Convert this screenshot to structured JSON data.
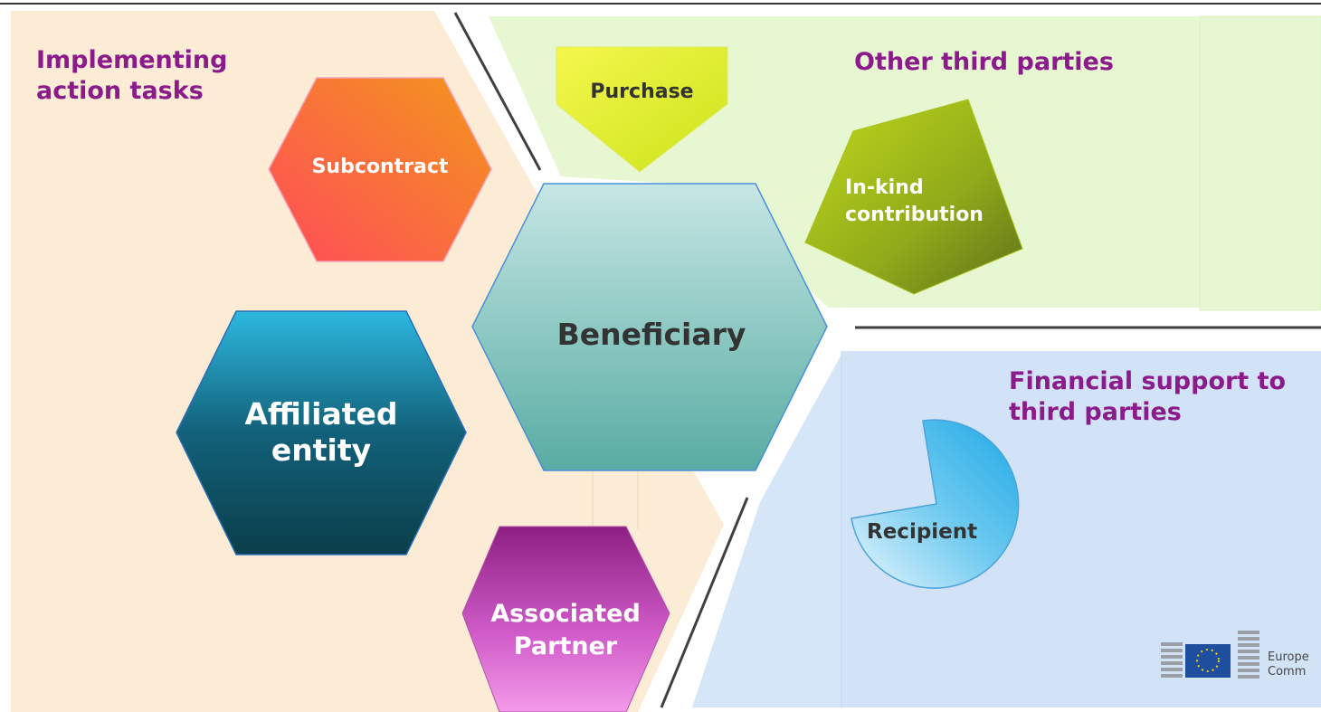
{
  "sections": {
    "implementing": "Implementing action tasks",
    "other": "Other third parties",
    "financial": "Financial support to third parties"
  },
  "shapes": {
    "beneficiary": "Beneficiary",
    "subcontract": "Subcontract",
    "affiliated": "Affiliated entity",
    "associated": "Associated Partner",
    "purchase": "Purchase",
    "inkind": "In-kind contribution",
    "recipient": "Recipient"
  },
  "logo": {
    "line1": "Europe",
    "line2": "Comm"
  },
  "colors": {
    "implementing_bg": "#FCEBD5",
    "other_bg": "#E6F7D2",
    "financial_bg": "#D5E6F9",
    "section_title": "#8B1A8B"
  }
}
